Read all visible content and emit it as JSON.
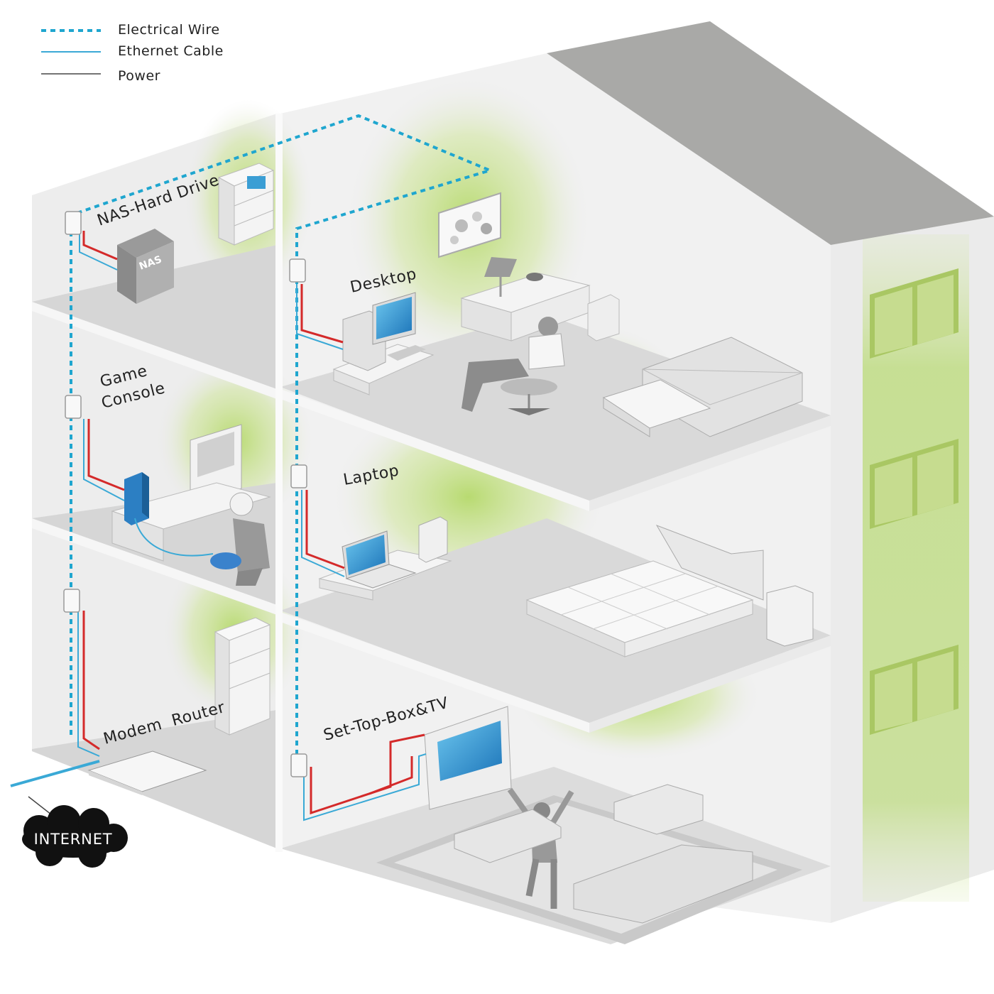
{
  "legend": {
    "electrical_wire": "Electrical Wire",
    "ethernet_cable": "Ethernet Cable",
    "power": "Power"
  },
  "rooms": {
    "nas": "NAS-Hard Drive",
    "desktop": "Desktop",
    "game_console_line1": "Game",
    "game_console_line2": "Console",
    "laptop": "Laptop",
    "modem_router": "Modem  Router",
    "set_top_box": "Set-Top-Box&TV"
  },
  "devices": {
    "nas_box": "NAS"
  },
  "internet": "INTERNET",
  "colors": {
    "electrical_wire": "#1fa6cf",
    "ethernet_cable": "#3aa9d6",
    "power_red": "#d42a2a",
    "wall": "#e9e9e9",
    "floor": "#d9d9d9",
    "green_glow": "#b5d96a",
    "roof": "#a9a9a7"
  }
}
